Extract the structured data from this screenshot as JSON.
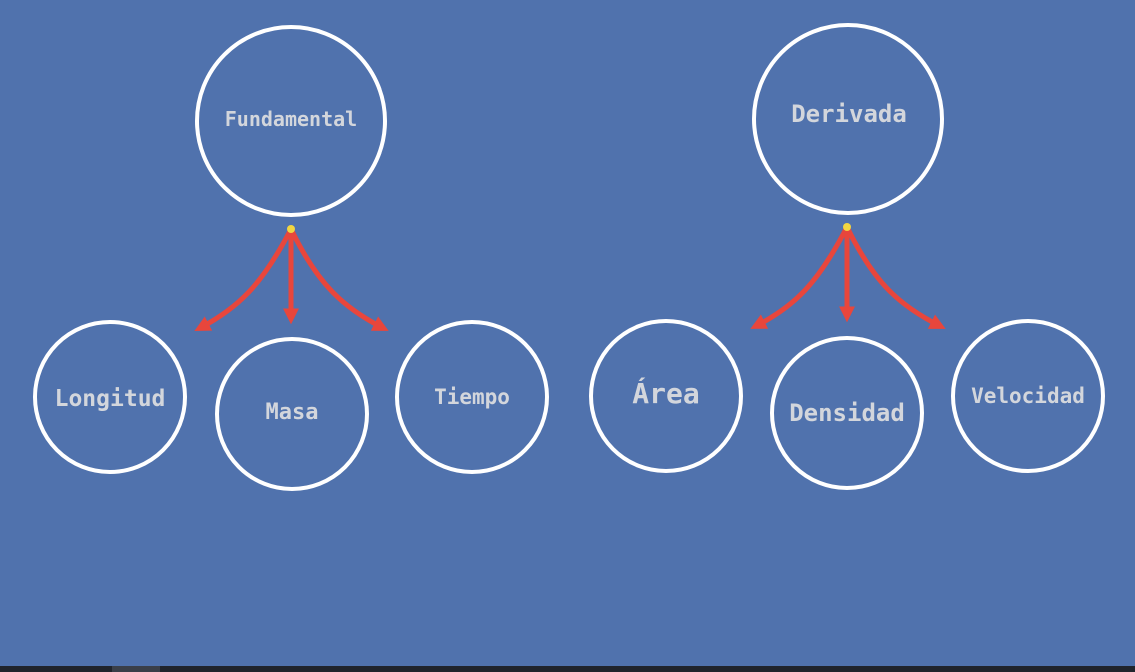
{
  "colors": {
    "background": "#5072ad",
    "node_stroke": "#ffffff",
    "node_text": "#d3d6dc",
    "arrow": "#e8463c",
    "origin_dot": "#f2d640"
  },
  "diagrams": [
    {
      "root": {
        "label": "Fundamental"
      },
      "children": [
        {
          "label": "Longitud"
        },
        {
          "label": "Masa"
        },
        {
          "label": "Tiempo"
        }
      ]
    },
    {
      "root": {
        "label": "Derivada"
      },
      "children": [
        {
          "label": "Área"
        },
        {
          "label": "Densidad"
        },
        {
          "label": "Velocidad"
        }
      ]
    }
  ]
}
